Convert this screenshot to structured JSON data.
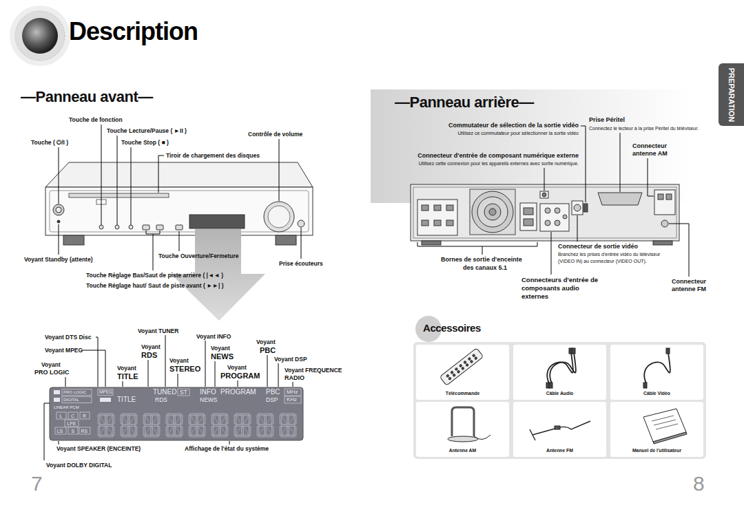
{
  "diagram": {
    "title": "Description",
    "nodes": [
      {
        "text": [
          "PREPARATION"
        ]
      },
      {
        "text": [
          "Accessoires"
        ]
      },
      {
        "text": [
          "Télécommande"
        ]
      },
      {
        "text": [
          "Câble Audio"
        ]
      },
      {
        "text": [
          "Câble Vidéo"
        ]
      },
      {
        "text": [
          "Antenne AM"
        ]
      },
      {
        "text": [
          "Antenne FM"
        ]
      },
      {
        "text": [
          "Manuel de l'utilisateur"
        ]
      }
    ],
    "labels": [
      "—Panneau avant—",
      "Touche de fonction",
      "Touche Lecture/Pause ( ►II )",
      "Touche ( ⏻/I )",
      "Touche Stop ( ■ )",
      "Contrôle de volume",
      "Tiroir de chargement des disques",
      "Voyant Standby (attente)",
      "Touche Ouverture/Fermeture",
      "Prise écouteurs",
      "Touche Réglage Bas/Saut de piste arrière ( |◄◄ )",
      "Touche Réglage haut/ Saut de piste avant ( ►►| )",
      "Voyant DTS Disc",
      "Voyant MPEG",
      "Voyant",
      "PRO LOGIC",
      "Voyant TUNER",
      "Voyant INFO",
      "Voyant",
      "PBC",
      "Voyant",
      "RDS",
      "Voyant",
      "NEWS",
      "Voyant",
      "STEREO",
      "Voyant DSP",
      "Voyant",
      "TITLE",
      "Voyant",
      "PROGRAM",
      "Voyant FREQUENCE",
      "RADIO",
      "PRO LOGIC",
      "MPEG",
      "TUNED",
      "ST",
      "INFO",
      "PROGRAM",
      "PBC",
      "MHz",
      "DIGITAL",
      "TITLE",
      "RDS",
      "NEWS",
      "DSP",
      "KHz",
      "LINEAR PCM",
      "L",
      "C",
      "R",
      "LFE",
      "LS",
      "S",
      "RS",
      "Voyant SPEAKER (ENCEINTE)",
      "Affichage de l'état du système",
      "Voyant DOLBY DIGITAL",
      "7",
      "—Panneau arrière—",
      "Commutateur de sélection de la sortie vidéo",
      "Utilisez ce commutateur pour sélectionner la sortie vidéo",
      "Prise Péritel",
      "Connectez le lecteur à la prise Péritel du téléviseur.",
      "Connecteur",
      "antenne AM",
      "Connecteur d'entrée de composant numérique externe",
      "Utilisez cette connexion pour les appareils externes avec sortie numérique.",
      "Bornes de sortie d'enceinte",
      "des canaux 5.1",
      "Connecteur de sortie vidéo",
      "Branchez les prises d'entrée vidéo du téléviseur",
      "(VIDEO IN) au connecteur (VIDEO OUT).",
      "Connecteurs d'entrée de",
      "composants audio",
      "externes",
      "Connecteur",
      "antenne FM",
      "8"
    ]
  }
}
